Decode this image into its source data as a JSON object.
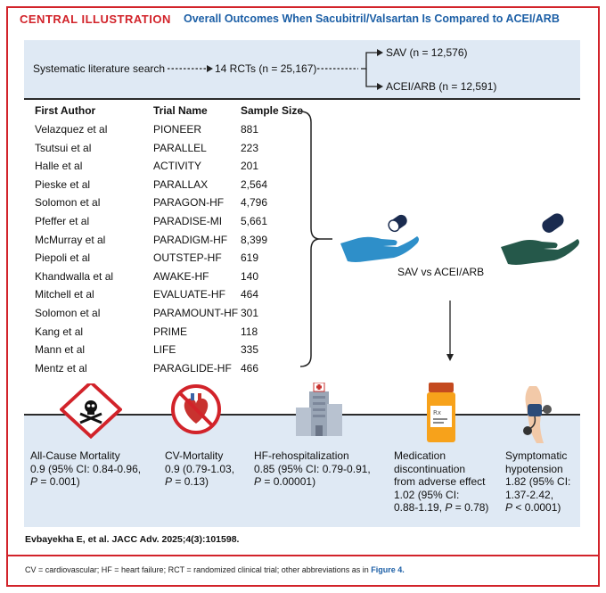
{
  "header": {
    "label": "CENTRAL ILLUSTRATION",
    "title": "Overall Outcomes When Sacubitril/Valsartan Is Compared to ACEI/ARB"
  },
  "flow": {
    "search": "Systematic literature search",
    "rcts": "14 RCTs (n = 25,167)",
    "sav": "SAV (n = 12,576)",
    "acei": "ACEI/ARB (n = 12,591)"
  },
  "table": {
    "headers": [
      "First Author",
      "Trial Name",
      "Sample Size"
    ],
    "rows": [
      [
        "Velazquez et al",
        "PIONEER",
        "881"
      ],
      [
        "Tsutsui et al",
        "PARALLEL",
        "223"
      ],
      [
        "Halle et al",
        "ACTIVITY",
        "201"
      ],
      [
        "Pieske et al",
        "PARALLAX",
        "2,564"
      ],
      [
        "Solomon et al",
        "PARAGON-HF",
        "4,796"
      ],
      [
        "Pfeffer et al",
        "PARADISE-MI",
        "5,661"
      ],
      [
        "McMurray et al",
        "PARADIGM-HF",
        "8,399"
      ],
      [
        "Piepoli et al",
        "OUTSTEP-HF",
        "619"
      ],
      [
        "Khandwalla et al",
        "AWAKE-HF",
        "140"
      ],
      [
        "Mitchell et al",
        "EVALUATE-HF",
        "464"
      ],
      [
        "Solomon et al",
        "PARAMOUNT-HF",
        "301"
      ],
      [
        "Kang et al",
        "PRIME",
        "118"
      ],
      [
        "Mann et al",
        "LIFE",
        "335"
      ],
      [
        "Mentz et al",
        "PARAGLIDE-HF",
        "466"
      ]
    ]
  },
  "comparison": "SAV vs ACEI/ARB",
  "outcomes": [
    {
      "l1": "All-Cause Mortality",
      "l2": "0.9 (95% CI: 0.84-0.96,",
      "l3": "P = 0.001)",
      "icon": "skull-crossbones-icon"
    },
    {
      "l1": "CV-Mortality",
      "l2": "0.9 (0.79-1.03,",
      "l3": "P = 0.13)",
      "icon": "crossed-heart-icon"
    },
    {
      "l1": "HF-rehospitalization",
      "l2": "0.85 (95% CI: 0.79-0.91,",
      "l3": "P = 0.00001)",
      "icon": "hospital-icon"
    },
    {
      "l1": "Medication",
      "l2": "discontinuation",
      "l3": "from adverse effect",
      "l4": "1.02 (95% CI:",
      "l5": "0.88-1.19, P = 0.78)",
      "icon": "pill-bottle-icon"
    },
    {
      "l1": "Symptomatic",
      "l2": "hypotension",
      "l3": "1.82 (95% CI:",
      "l4": "1.37-2.42,",
      "l5": "P < 0.0001)",
      "icon": "blood-pressure-cuff-icon"
    }
  ],
  "citation": "Evbayekha E, et al. JACC Adv. 2025;4(3):101598.",
  "footnote": {
    "text": "CV = cardiovascular; HF = heart failure; RCT = randomized clinical trial; other abbreviations as in",
    "link": "Figure 4."
  },
  "colors": {
    "accent": "#d2232a",
    "title": "#1c5fa6",
    "panel": "#dfe9f4",
    "hand_blue": "#2e8fc9",
    "hand_green": "#25584a"
  }
}
